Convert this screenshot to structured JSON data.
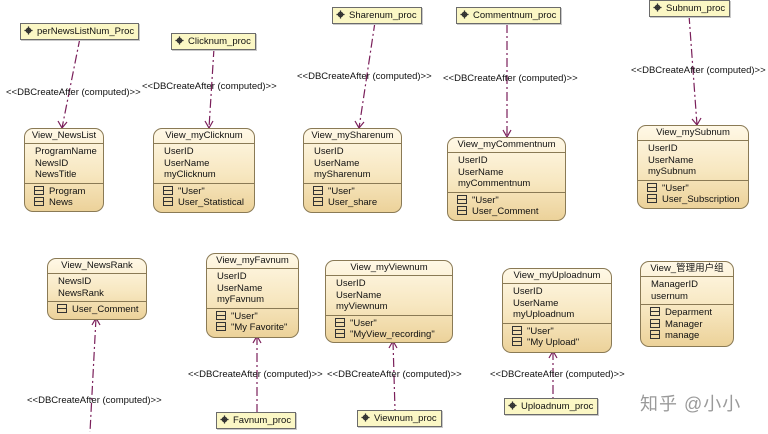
{
  "procs": [
    {
      "id": "p-news",
      "label": "perNewsListNum_Proc"
    },
    {
      "id": "p-click",
      "label": "Clicknum_proc"
    },
    {
      "id": "p-share",
      "label": "Sharenum_proc"
    },
    {
      "id": "p-comment",
      "label": "Commentnum_proc"
    },
    {
      "id": "p-sub",
      "label": "Subnum_proc"
    },
    {
      "id": "p-fav",
      "label": "Favnum_proc"
    },
    {
      "id": "p-view",
      "label": "Viewnum_proc"
    },
    {
      "id": "p-upload",
      "label": "Uploadnum_proc"
    }
  ],
  "stereotype": "<<DBCreateAfter (computed)>>",
  "views": [
    {
      "id": "v-newslist",
      "title": "View_NewsList",
      "attributes": [
        "ProgramName",
        "NewsID",
        "NewsTitle"
      ],
      "relations": [
        "Program",
        "News"
      ]
    },
    {
      "id": "v-click",
      "title": "View_myClicknum",
      "attributes": [
        "UserID",
        "UserName",
        "myClicknum"
      ],
      "relations": [
        "\"User\"",
        "User_Statistical"
      ]
    },
    {
      "id": "v-share",
      "title": "View_mySharenum",
      "attributes": [
        "UserID",
        "UserName",
        "mySharenum"
      ],
      "relations": [
        "\"User\"",
        "User_share"
      ]
    },
    {
      "id": "v-comment",
      "title": "View_myCommentnum",
      "attributes": [
        "UserID",
        "UserName",
        "myCommentnum"
      ],
      "relations": [
        "\"User\"",
        "User_Comment"
      ]
    },
    {
      "id": "v-sub",
      "title": "View_mySubnum",
      "attributes": [
        "UserID",
        "UserName",
        "mySubnum"
      ],
      "relations": [
        "\"User\"",
        "User_Subscription"
      ]
    },
    {
      "id": "v-newsrank",
      "title": "View_NewsRank",
      "attributes": [
        "NewsID",
        "NewsRank"
      ],
      "relations": [
        "User_Comment"
      ]
    },
    {
      "id": "v-fav",
      "title": "View_myFavnum",
      "attributes": [
        "UserID",
        "UserName",
        "myFavnum"
      ],
      "relations": [
        "\"User\"",
        "\"My Favorite\""
      ]
    },
    {
      "id": "v-viewnum",
      "title": "View_myViewnum",
      "attributes": [
        "UserID",
        "UserName",
        "myViewnum"
      ],
      "relations": [
        "\"User\"",
        "\"MyView_recording\""
      ]
    },
    {
      "id": "v-upload",
      "title": "View_myUploadnum",
      "attributes": [
        "UserID",
        "UserName",
        "myUploadnum"
      ],
      "relations": [
        "\"User\"",
        "\"My Upload\""
      ]
    },
    {
      "id": "v-manager",
      "title": "View_管理用户组",
      "attributes": [
        "ManagerID",
        "usernum"
      ],
      "relations": [
        "Deparment",
        "Manager",
        "manage"
      ]
    }
  ],
  "watermark": "知乎 @小小"
}
